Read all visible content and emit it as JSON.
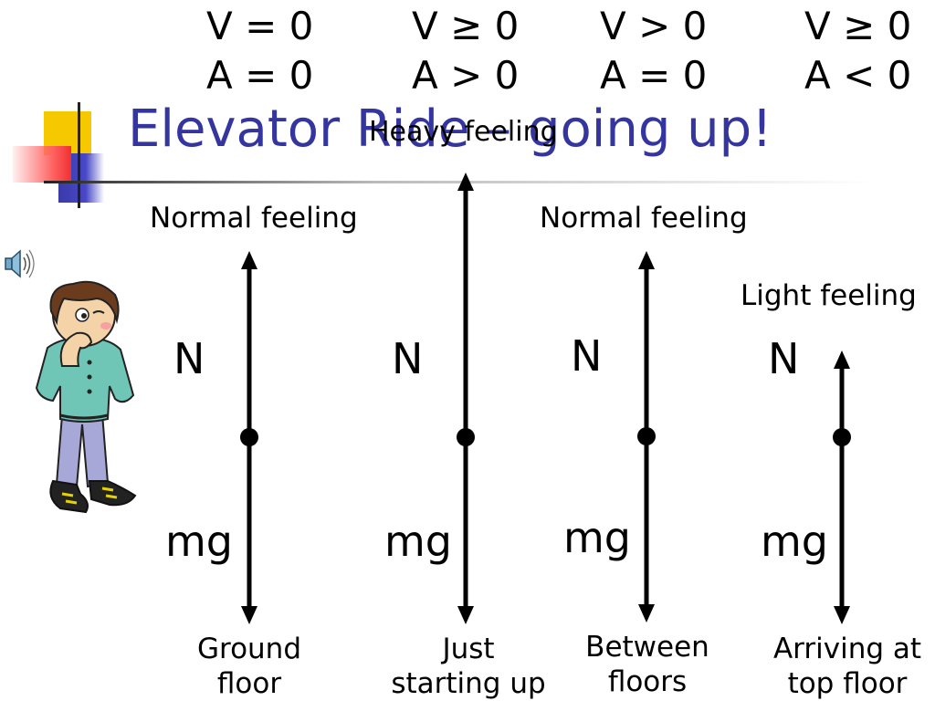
{
  "slide": {
    "title": "Elevator Ride – going up!"
  },
  "conditions": [
    {
      "v": "V = 0",
      "a": "A = 0"
    },
    {
      "v": "V ≥ 0",
      "a": "A > 0"
    },
    {
      "v": "V > 0",
      "a": "A = 0"
    },
    {
      "v": "V ≥ 0",
      "a": "A < 0"
    }
  ],
  "stages": [
    {
      "feeling": "Normal feeling",
      "normal_label": "N",
      "weight_label": "mg",
      "caption": [
        "Ground",
        "floor"
      ]
    },
    {
      "feeling": "Heavy feeling",
      "normal_label": "N",
      "weight_label": "mg",
      "caption": [
        "Just",
        "starting up"
      ]
    },
    {
      "feeling": "Normal feeling",
      "normal_label": "N",
      "weight_label": "mg",
      "caption": [
        "Between",
        "floors"
      ]
    },
    {
      "feeling": "Light feeling",
      "normal_label": "N",
      "weight_label": "mg",
      "caption": [
        "Arriving at",
        "top floor"
      ]
    }
  ],
  "icons": {
    "speaker": "speaker-icon",
    "character": "thinking-boy-clipart"
  },
  "colors": {
    "title": "#3535a0",
    "accent_yellow": "#f6c800",
    "accent_blue": "#4848c8",
    "accent_red": "#f03030"
  }
}
